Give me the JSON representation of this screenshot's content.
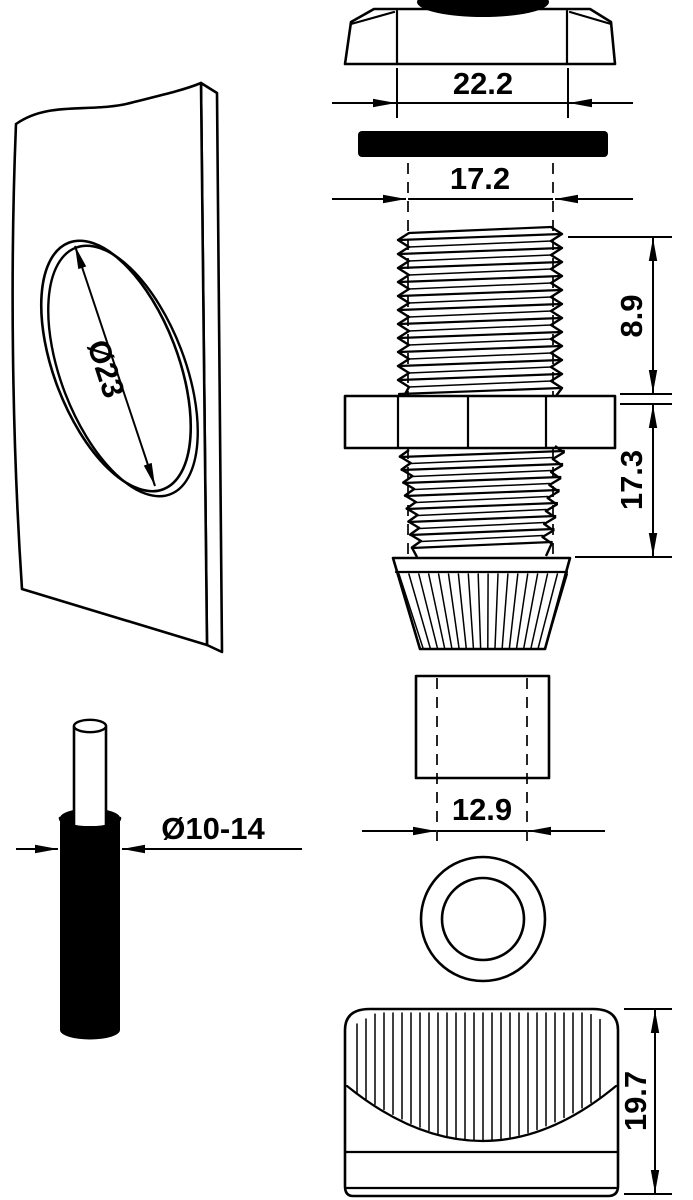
{
  "colors": {
    "line": "#000000",
    "background": "#ffffff",
    "solid_fill": "#000000"
  },
  "dimensions": {
    "locknut_width": "22.2",
    "thread_diameter": "17.2",
    "upper_thread_length": "8.9",
    "lower_thread_length": "17.3",
    "insert_diameter": "12.9",
    "cap_height": "19.7",
    "panel_hole": "Ø23",
    "cable_range": "Ø10-14"
  }
}
